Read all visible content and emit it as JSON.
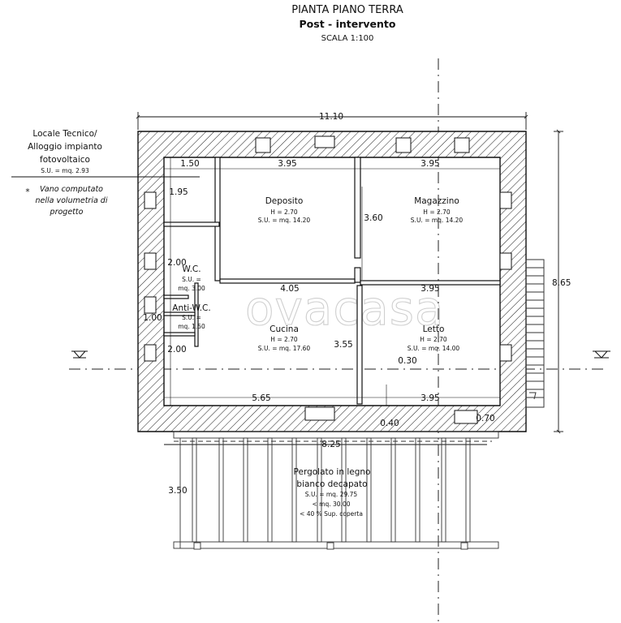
{
  "title": {
    "main": "PIANTA PIANO TERRA",
    "sub": "Post - intervento",
    "scale": "SCALA 1:100"
  },
  "note_locale": {
    "line1": "Locale Tecnico/",
    "line2": "Alloggio impianto",
    "line3": "fotovoltaico",
    "area": "S.U. = mq. 2.93"
  },
  "note_vano": {
    "star": "*",
    "line1": "Vano computato",
    "line2": "nella volumetria di",
    "line3": "progetto"
  },
  "rooms": {
    "deposito": {
      "name": "Deposito",
      "height": "H = 2.70",
      "area": "S.U. = mq. 14.20"
    },
    "magazzino": {
      "name": "Magazzino",
      "height": "H = 2.70",
      "area": "S.U. = mq. 14.20"
    },
    "wc": {
      "name": "W.C.",
      "area_a": "S.U. =",
      "area_b": "mq. 3.00"
    },
    "antiwc": {
      "name": "Anti-W.C.",
      "area_a": "S.U. =",
      "area_b": "mq. 1.50"
    },
    "cucina": {
      "name": "Cucina",
      "height": "H = 2.70",
      "area": "S.U. = mq. 17.60"
    },
    "letto": {
      "name": "Letto",
      "height": "H = 2.70",
      "area": "S.U. = mq. 14.00"
    }
  },
  "pergolato": {
    "line1": "Pergolato in legno",
    "line2": "bianco decapato",
    "area": "S.U. = mq. 29.75",
    "limit": "< mq. 30.00",
    "ratio": "< 40 % Sup. coperta"
  },
  "dimensions": {
    "total_width": "11.10",
    "total_depth": "8.65",
    "d_150": "1.50",
    "d_395_top_left": "3.95",
    "d_395_top_right": "3.95",
    "d_195": "1.95",
    "d_360": "3.60",
    "d_200_wc": "2.00",
    "d_405": "4.05",
    "d_395_mid": "3.95",
    "d_100": "1.00",
    "d_355": "3.55",
    "d_200_low": "2.00",
    "d_030": "0.30",
    "d_565": "5.65",
    "d_395_bottom": "3.95",
    "d_040": "0.40",
    "d_070": "0.70",
    "d_825": "8.25",
    "d_350": "3.50"
  },
  "watermark": "ovacasa"
}
